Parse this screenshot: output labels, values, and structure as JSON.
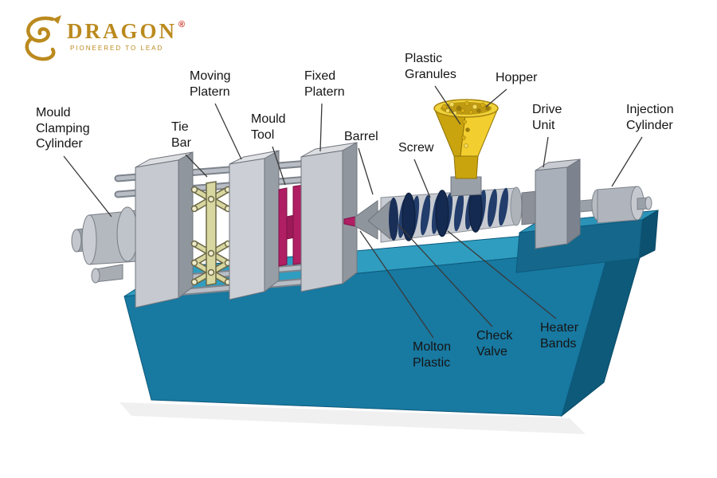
{
  "logo": {
    "brand": "DRAGON",
    "registered_mark": "®",
    "tagline": "PIONEERED TO LEAD"
  },
  "diagram": {
    "labels": [
      {
        "id": "mould-clamping-cylinder",
        "text": "Mould\nClamping\nCylinder"
      },
      {
        "id": "tie-bar",
        "text": "Tie\nBar"
      },
      {
        "id": "moving-platern",
        "text": "Moving\nPlatern"
      },
      {
        "id": "mould-tool",
        "text": "Mould\nTool"
      },
      {
        "id": "fixed-platern",
        "text": "Fixed\nPlatern"
      },
      {
        "id": "barrel",
        "text": "Barrel"
      },
      {
        "id": "plastic-granules",
        "text": "Plastic\nGranules"
      },
      {
        "id": "screw",
        "text": "Screw"
      },
      {
        "id": "hopper",
        "text": "Hopper"
      },
      {
        "id": "drive-unit",
        "text": "Drive\nUnit"
      },
      {
        "id": "injection-cylinder",
        "text": "Injection\nCylinder"
      },
      {
        "id": "molton-plastic",
        "text": "Molton\nPlastic"
      },
      {
        "id": "check-valve",
        "text": "Check\nValve"
      },
      {
        "id": "heater-bands",
        "text": "Heater\nBands"
      }
    ]
  },
  "colors": {
    "base_teal_front": "#1879a1",
    "base_teal_top": "#2f9dc0",
    "base_teal_dark": "#0d5a7b",
    "metal_gray": "#c6c9cf",
    "mould_magenta": "#b01e63",
    "hopper_gold": "#e8c322",
    "screw_navy": "#223d6b",
    "toggle_khaki": "#d9d7a0",
    "logo_gold": "#bb8a1e"
  }
}
